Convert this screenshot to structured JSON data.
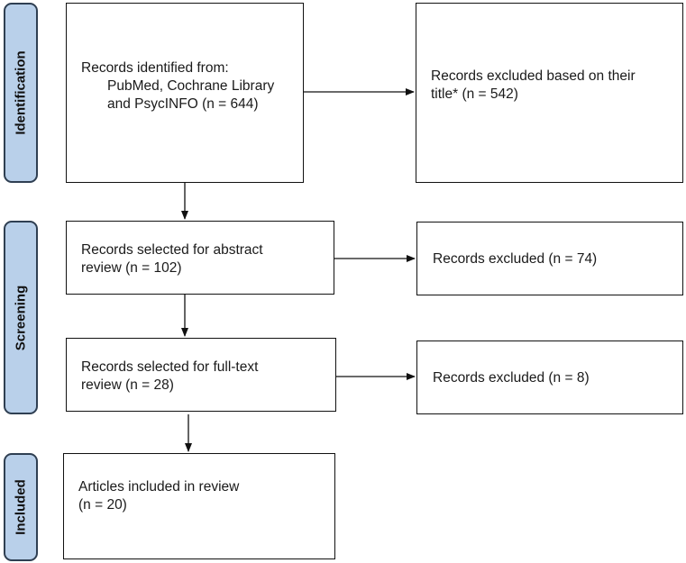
{
  "phases": {
    "identification": "Identification",
    "screening": "Screening",
    "included": "Included"
  },
  "boxes": {
    "records_identified": {
      "line1": "Records identified from:",
      "line2": "PubMed, Cochrane Library",
      "line3": "and PsycINFO (n = 644)"
    },
    "excluded_title": {
      "line1": "Records excluded based on their",
      "line2": "title* (n = 542)"
    },
    "abstract_review": {
      "line1": "Records selected for abstract",
      "line2": "review (n = 102)"
    },
    "excluded_abstract": {
      "line1": "Records excluded (n = 74)"
    },
    "fulltext_review": {
      "line1": "Records selected for full-text",
      "line2": "review (n = 28)"
    },
    "excluded_fulltext": {
      "line1": "Records excluded (n = 8)"
    },
    "included_review": {
      "line1": "Articles included in review",
      "line2": "(n = 20)"
    }
  },
  "colors": {
    "phase_fill": "#b9d0ea",
    "phase_border": "#2f3f52",
    "box_border": "#111111",
    "arrow": "#111111"
  }
}
